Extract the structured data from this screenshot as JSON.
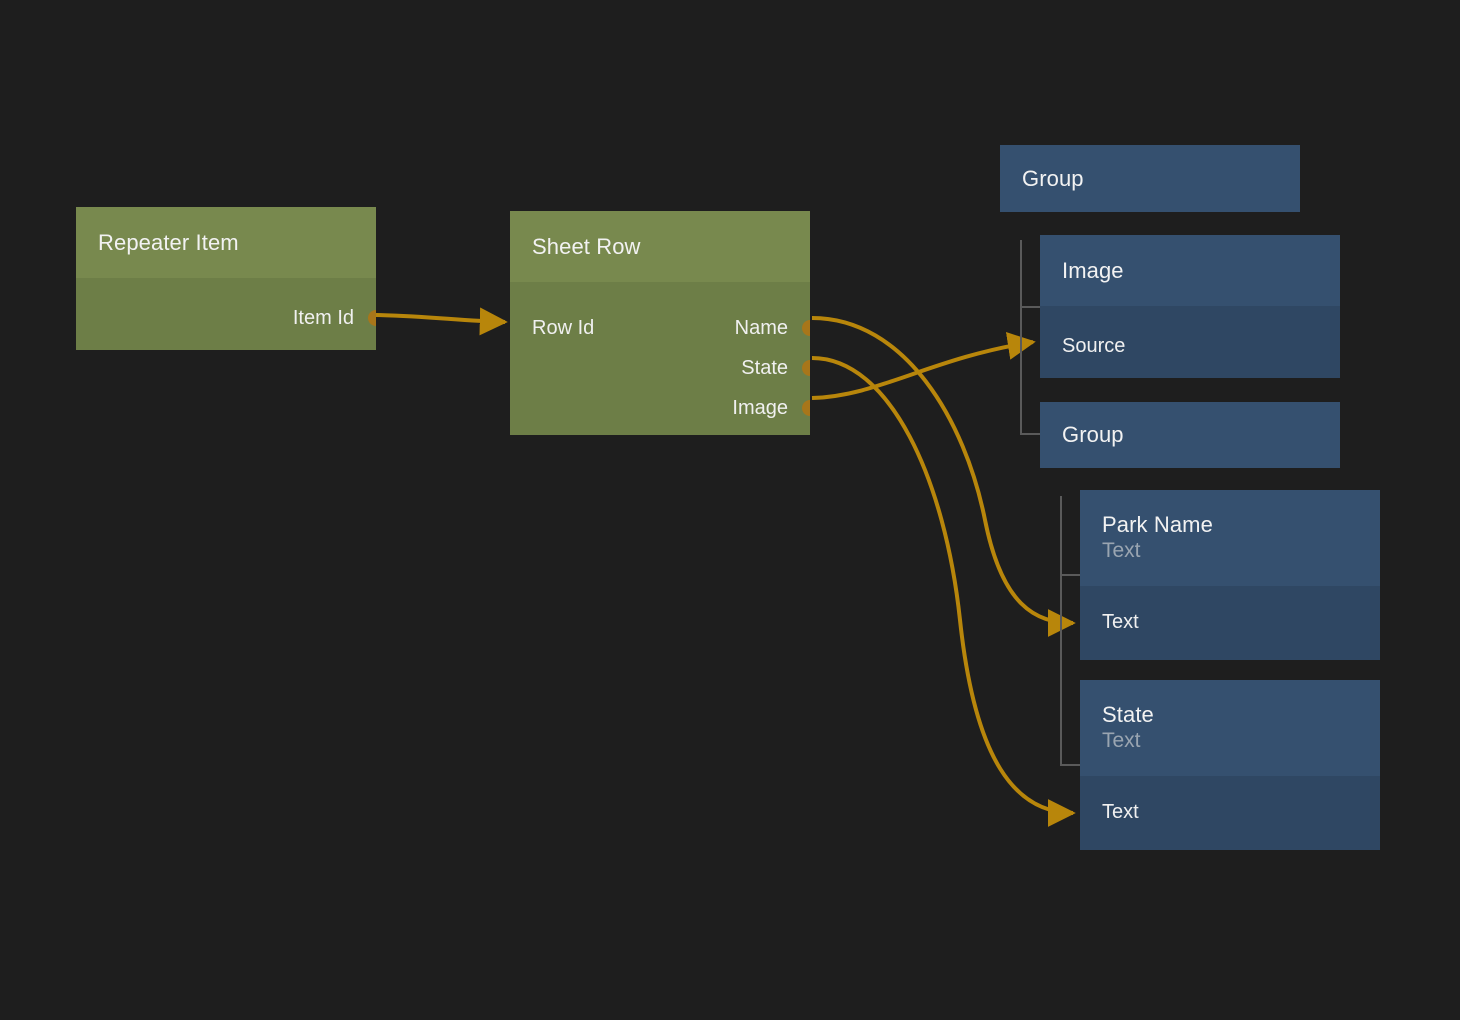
{
  "canvas": {
    "background": "#1e1e1e",
    "edge_color": "#b8860b",
    "port_color": "#a8761a",
    "tree_line_color": "#5a5a5a"
  },
  "nodes": {
    "repeater_item": {
      "title": "Repeater Item",
      "outputs": [
        {
          "label": "Item Id"
        }
      ],
      "color": "#78894e"
    },
    "sheet_row": {
      "title": "Sheet Row",
      "inputs": [
        {
          "label": "Row Id"
        }
      ],
      "outputs": [
        {
          "label": "Name"
        },
        {
          "label": "State"
        },
        {
          "label": "Image"
        }
      ],
      "color": "#78894e"
    },
    "group_top": {
      "title": "Group",
      "color": "#35506f"
    },
    "image": {
      "title": "Image",
      "inputs": [
        {
          "label": "Source"
        }
      ],
      "color": "#35506f"
    },
    "group_bottom": {
      "title": "Group",
      "color": "#35506f"
    },
    "park_name": {
      "title": "Park Name",
      "subtitle": "Text",
      "inputs": [
        {
          "label": "Text"
        }
      ],
      "color": "#35506f"
    },
    "state": {
      "title": "State",
      "subtitle": "Text",
      "inputs": [
        {
          "label": "Text"
        }
      ],
      "color": "#35506f"
    }
  },
  "edges": [
    {
      "from": "repeater_item.Item Id",
      "to": "sheet_row.Row Id"
    },
    {
      "from": "sheet_row.Name",
      "to": "park_name.Text"
    },
    {
      "from": "sheet_row.State",
      "to": "state.Text"
    },
    {
      "from": "sheet_row.Image",
      "to": "image.Source"
    }
  ]
}
